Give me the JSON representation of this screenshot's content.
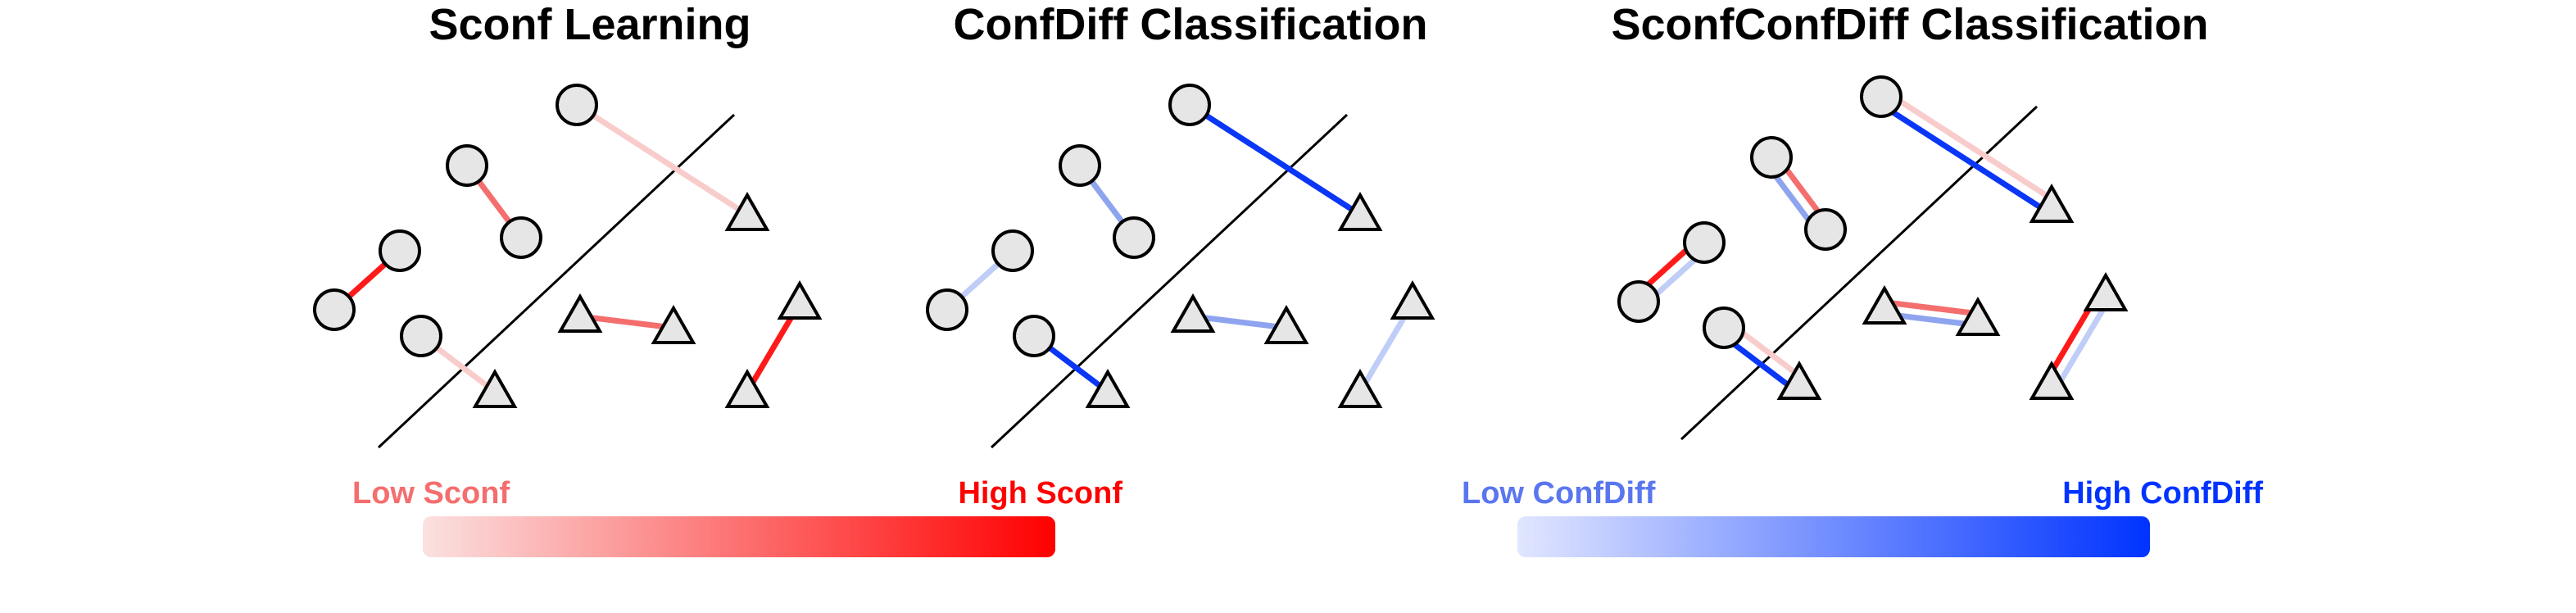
{
  "panels": {
    "sconf": {
      "title": "Sconf Learning"
    },
    "confdiff": {
      "title": "ConfDiff Classification"
    },
    "sconfconfdiff": {
      "title": "SconfConfDiff Classification"
    }
  },
  "legends": {
    "sconf": {
      "low_label": "Low Sconf",
      "high_label": "High Sconf",
      "low_color": "#fbe1e1",
      "high_color": "#ff0000",
      "label_low_color": "#f46e6e",
      "label_high_color": "#ff0000"
    },
    "confdiff": {
      "low_label": "Low ConfDiff",
      "high_label": "High ConfDiff",
      "low_color": "#e1e6ff",
      "high_color": "#0033ff",
      "label_low_color": "#5a76ef",
      "label_high_color": "#0033ff"
    }
  },
  "colors": {
    "node_fill": "#e6e6e6",
    "node_stroke": "#000000",
    "red_light": "#f9cccc",
    "red_mid": "#f46e6e",
    "red_strong": "#ff1a1a",
    "blue_light": "#bfcdf7",
    "blue_mid": "#8ea4ef",
    "blue_strong": "#0a36f5"
  }
}
